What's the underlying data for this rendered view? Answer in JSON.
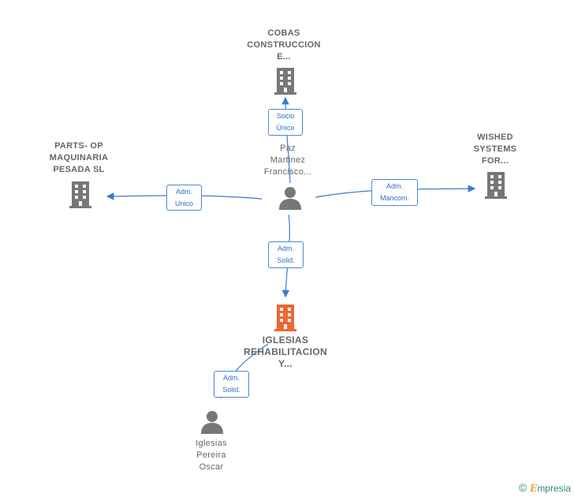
{
  "nodes": {
    "cobas": {
      "type": "company",
      "lines": [
        "COBAS",
        "CONSTRUCCION",
        "E..."
      ],
      "color": "#777777"
    },
    "parts": {
      "type": "company",
      "lines": [
        "PARTS- OP",
        "MAQUINARIA",
        "PESADA  SL"
      ],
      "color": "#777777"
    },
    "wished": {
      "type": "company",
      "lines": [
        "WISHED",
        "SYSTEMS",
        "FOR..."
      ],
      "color": "#777777"
    },
    "paz": {
      "type": "person",
      "lines": [
        "Paz",
        "Martinez",
        "Francisco..."
      ],
      "color": "#777777"
    },
    "iglesias_co": {
      "type": "company",
      "lines": [
        "IGLESIAS",
        "REHABILITACION",
        "Y..."
      ],
      "color": "#ee6633",
      "focus": true
    },
    "iglesias_p": {
      "type": "person",
      "lines": [
        "Iglesias",
        "Pereira",
        "Oscar"
      ],
      "color": "#777777"
    }
  },
  "edges": [
    {
      "id": "socio",
      "lines": [
        "Socio",
        "Único"
      ]
    },
    {
      "id": "adm_unico",
      "lines": [
        "Adm.",
        "Unico"
      ]
    },
    {
      "id": "adm_mancom",
      "lines": [
        "Adm.",
        "Mancom."
      ]
    },
    {
      "id": "adm_solid_1",
      "lines": [
        "Adm.",
        "Solid."
      ]
    },
    {
      "id": "adm_solid_2",
      "lines": [
        "Adm.",
        "Solid."
      ]
    }
  ],
  "colors": {
    "edge": "#3a7bd5",
    "edge_label_text": "#2f6fc9"
  },
  "brand": {
    "copyright": "©",
    "initial": "E",
    "rest": "mpresia"
  }
}
